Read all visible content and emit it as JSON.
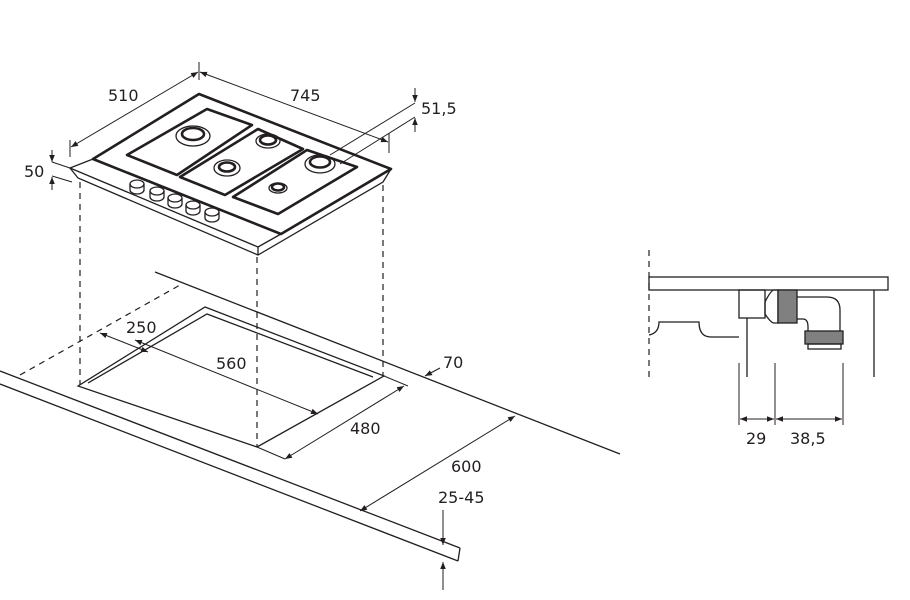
{
  "dimensions": {
    "hob_depth": "510",
    "hob_width": "745",
    "gas_inlet_height": "51,5",
    "hob_height": "50",
    "cutout_side_offset": "250",
    "cutout_width": "560",
    "cutout_depth": "480",
    "cutout_back_offset": "70",
    "worktop_depth": "600",
    "worktop_thickness": "25-45",
    "connector_offset": "29",
    "connector_length": "38,5"
  },
  "colors": {
    "line": "#231f20",
    "fitting_fill": "#808080"
  }
}
